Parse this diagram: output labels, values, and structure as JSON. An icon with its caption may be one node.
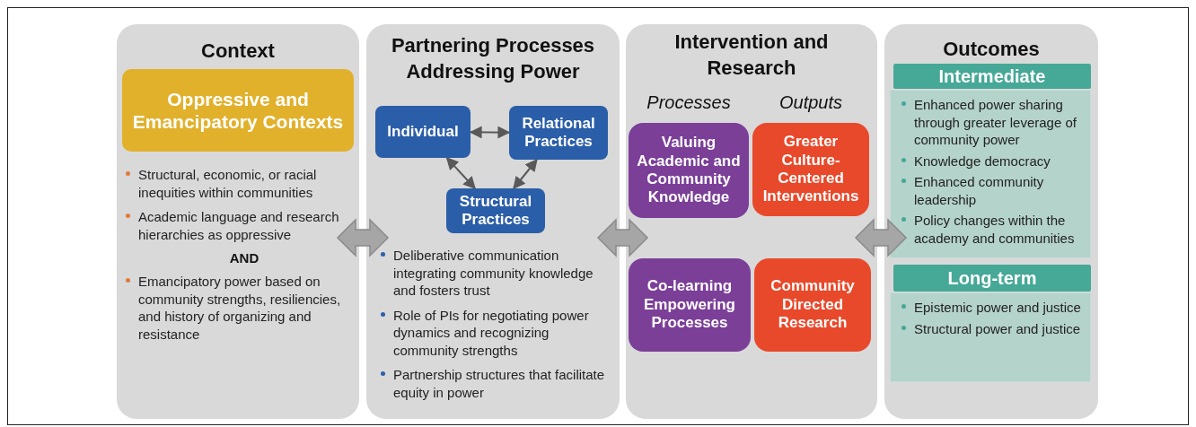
{
  "diagram": {
    "nodes": [
      {
        "text": [
          "Context",
          "Structural, economic, or racial inequities within communities",
          "Academic language and research hierarchies as oppressive",
          "AND",
          "Emancipatory power based on community strengths, resiliencies, and history of organizing and resistance"
        ]
      },
      {
        "text": [
          "Oppressive and Emancipatory Contexts"
        ],
        "in": 0
      },
      {
        "text": [
          "Partnering Processes Addressing Power",
          "Deliberative communication integrating community knowledge and fosters trust",
          "Role of PIs for negotiating power dynamics and recognizing community strengths",
          "Partnership structures that facilitate equity in power"
        ]
      },
      {
        "text": [
          "Individual"
        ],
        "in": 2
      },
      {
        "text": [
          "Relational Practices"
        ],
        "in": 2
      },
      {
        "text": [
          "Structural Practices"
        ],
        "in": 2
      },
      {
        "text": [
          "Intervention and Research",
          "Processes",
          "Outputs"
        ]
      },
      {
        "text": [
          "Valuing Academic and Community Knowledge"
        ],
        "in": 6
      },
      {
        "text": [
          "Greater Culture-Centered Interventions"
        ],
        "in": 6
      },
      {
        "text": [
          "Co-learning Empowering Processes"
        ],
        "in": 6
      },
      {
        "text": [
          "Community Directed Research"
        ],
        "in": 6
      },
      {
        "text": [
          "Outcomes"
        ]
      },
      {
        "text": [
          "Intermediate"
        ],
        "in": 11
      },
      {
        "text": [
          "Enhanced power sharing through greater leverage of community power",
          "Knowledge democracy",
          "Enhanced community leadership",
          "Policy changes within the academy and communities"
        ],
        "in": 11
      },
      {
        "text": [
          "Long-term"
        ],
        "in": 11
      },
      {
        "text": [
          "Epistemic power and justice",
          "Structural power and justice"
        ],
        "in": 11
      }
    ],
    "edges": [
      {
        "from": 3,
        "to": 4,
        "arrow": "both"
      },
      {
        "from": 3,
        "to": 5,
        "arrow": "both"
      },
      {
        "from": 4,
        "to": 5,
        "arrow": "both"
      },
      {
        "from": 0,
        "to": 2,
        "arrow": "both",
        "style": "thick"
      },
      {
        "from": 2,
        "to": 6,
        "arrow": "both",
        "style": "thick"
      },
      {
        "from": 6,
        "to": 11,
        "arrow": "both",
        "style": "thick"
      }
    ]
  }
}
